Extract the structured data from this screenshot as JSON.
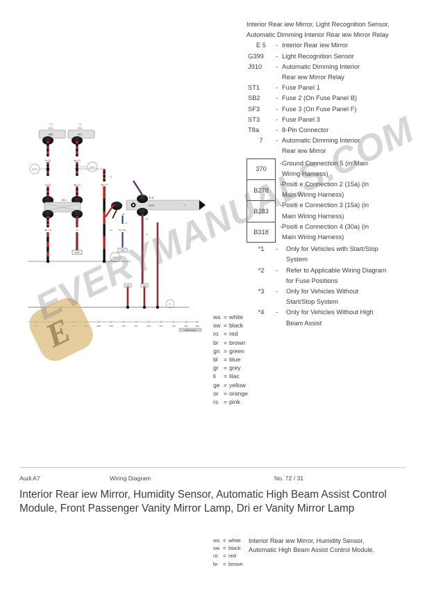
{
  "document": {
    "model": "Audi A7",
    "type": "Wiring Diagram",
    "number": "No. 72 / 31",
    "title": "Interior Rear iew Mirror, Humidity Sensor, Automatic High Beam Assist Control Module, Front Passenger Vanity Mirror Lamp, Dri er Vanity Mirror Lamp"
  },
  "watermark": {
    "text": "EVERYMANUALS.COM",
    "logo_letter": "E",
    "color": "#d9b977"
  },
  "legend": {
    "heading": "Interior Rear  iew Mirror, Light Recognition Sensor, Automatic Dimming Interior Rear  iew Mirror Relay",
    "items": [
      {
        "code": "E  5",
        "dash": "-",
        "desc": "Interior Rear  iew Mirror",
        "cont": ""
      },
      {
        "code": "G399",
        "dash": "-",
        "desc": "Light Recognition Sensor",
        "cont": ""
      },
      {
        "code": "J910",
        "dash": "-",
        "desc": "Automatic Dimming Interior",
        "cont": "Rear  iew Mirror Relay"
      },
      {
        "code": "ST1",
        "dash": "-",
        "desc": "Fuse Panel 1",
        "cont": ""
      },
      {
        "code": "SB2",
        "dash": "-",
        "desc": "Fuse 2 (On Fuse Panel B)",
        "cont": ""
      },
      {
        "code": "SF3",
        "dash": "-",
        "desc": "Fuse 3 (On Fuse Panel F)",
        "cont": ""
      },
      {
        "code": "ST3",
        "dash": "-",
        "desc": "Fuse Panel 3",
        "cont": ""
      },
      {
        "code": "T8a",
        "dash": "-",
        "desc": "8-Pin Connector",
        "cont": ""
      },
      {
        "code": "7",
        "dash": "-",
        "desc": "Automatic Dimming Interior",
        "cont": "Rear  iew Mirror",
        "center": true
      }
    ],
    "boxed_items": [
      {
        "code": "370",
        "dash": "-",
        "line1": "Ground Connection 5 (in Main",
        "line2": "Wiring Harness)"
      },
      {
        "code": "B278",
        "dash": "-",
        "line1": "Positi  e Connection 2 (15a) (in",
        "line2": "Main Wiring Harness)"
      },
      {
        "code": "B283",
        "dash": "-",
        "line1": "Positi  e Connection 3 (15a) (in",
        "line2": "Main Wiring Harness)"
      },
      {
        "code": "B318",
        "dash": "-",
        "line1": "Positi  e Connection 4 (30a) (in",
        "line2": "Main Wiring Harness)"
      }
    ],
    "footnotes": [
      {
        "code": "*1",
        "dash": "-",
        "line1": "Only for Vehicles with Start/Stop",
        "line2": "System"
      },
      {
        "code": "*2",
        "dash": "-",
        "line1": "Refer to Applicable Wiring Diagram",
        "line2": "for Fuse Positions"
      },
      {
        "code": "*3",
        "dash": "-",
        "line1": "Only for Vehicles Without",
        "line2": "Start/Stop System"
      },
      {
        "code": "*4",
        "dash": "-",
        "line1": "Only for Vehicles Without High",
        "line2": "Beam Assist"
      }
    ]
  },
  "color_key": {
    "entries": [
      {
        "abbr": "ws",
        "eq": "=",
        "name": "white"
      },
      {
        "abbr": "sw",
        "eq": "=",
        "name": "black"
      },
      {
        "abbr": "ro",
        "eq": "=",
        "name": "red"
      },
      {
        "abbr": "br",
        "eq": "=",
        "name": "brown"
      },
      {
        "abbr": "gn",
        "eq": "=",
        "name": "green"
      },
      {
        "abbr": "bl",
        "eq": "=",
        "name": "blue"
      },
      {
        "abbr": "gr",
        "eq": "=",
        "name": "grey"
      },
      {
        "abbr": "li",
        "eq": "=",
        "name": "lilac"
      },
      {
        "abbr": "ge",
        "eq": "=",
        "name": "yellow"
      },
      {
        "abbr": "or",
        "eq": "=",
        "name": "orange"
      },
      {
        "abbr": "rs",
        "eq": "=",
        "name": "pink"
      }
    ]
  },
  "bottom_color_key": {
    "entries": [
      {
        "abbr": "ws",
        "eq": "=",
        "name": "white"
      },
      {
        "abbr": "sw",
        "eq": "=",
        "name": "black"
      },
      {
        "abbr": "ro",
        "eq": "=",
        "name": "red"
      },
      {
        "abbr": "br",
        "eq": "=",
        "name": "brown"
      }
    ]
  },
  "bottom_caption": {
    "line1": "Interior Rear  iew Mirror, Humidity Sensor,",
    "line2": "Automatic High Beam Assist Control Module,"
  },
  "schematic": {
    "fuse_blocks": [
      {
        "id": "ST1-SB2",
        "panel": "ST1",
        "fuse": "SB2",
        "note": "*2"
      },
      {
        "id": "ST1-SF3",
        "panel": "ST1",
        "fuse": "SF3",
        "note": "*2"
      }
    ],
    "component_block": {
      "label": "E  5",
      "sub_left": "G399",
      "sub_mid": "J910",
      "sub_right": "7"
    },
    "connector_nodes": [
      {
        "label": "B278"
      },
      {
        "label": "B283"
      },
      {
        "label": "B318"
      },
      {
        "label": "370"
      }
    ],
    "wire_labels": [
      "ro 0.5",
      "sw 1.0",
      "sw 1.0",
      "bl 0.35",
      "ws 1.0",
      "br 1.0",
      "ro 1.0"
    ],
    "track_numbers": [
      "393",
      "394",
      "395",
      "396",
      "397",
      "398",
      "399",
      "400",
      "401",
      "402",
      "403",
      "404",
      "405",
      "406"
    ],
    "track_footnote": "T8a/connector",
    "ground_symbol": "370"
  }
}
